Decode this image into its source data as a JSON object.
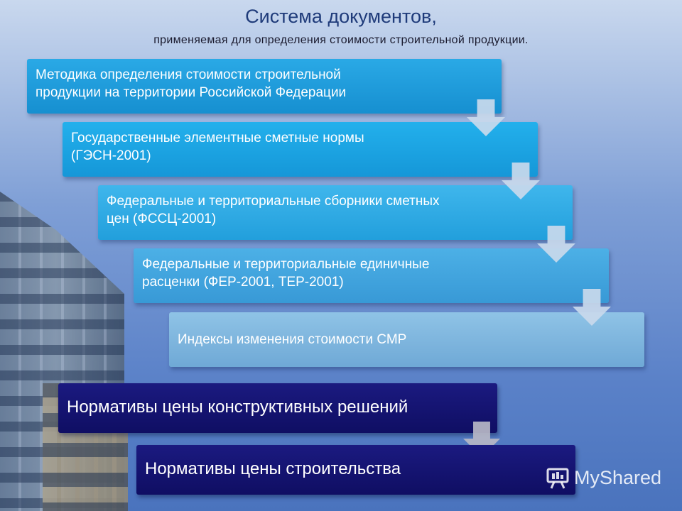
{
  "title": "Система документов,",
  "subtitle": "применяемая для определения стоимости строительной продукции.",
  "steps": [
    {
      "line1": "Методика определения стоимости строительной",
      "line2": "продукции на территории  Российской Федерации"
    },
    {
      "line1": "Государственные элементные сметные нормы",
      "line2": "(ГЭСН-2001)"
    },
    {
      "line1": "Федеральные и территориальные сборники сметных",
      "line2": "цен (ФССЦ-2001)"
    },
    {
      "line1": "Федеральные и территориальные единичные",
      "line2": "расценки (ФЕР-2001, ТЕР-2001)"
    },
    {
      "line1": "Индексы изменения стоимости СМР"
    }
  ],
  "standards": [
    {
      "label": "Нормативы цены конструктивных решений"
    },
    {
      "label": "Нормативы цены строительства"
    }
  ],
  "watermark": {
    "text": "MyShared",
    "icon": "presentation-board-icon"
  }
}
